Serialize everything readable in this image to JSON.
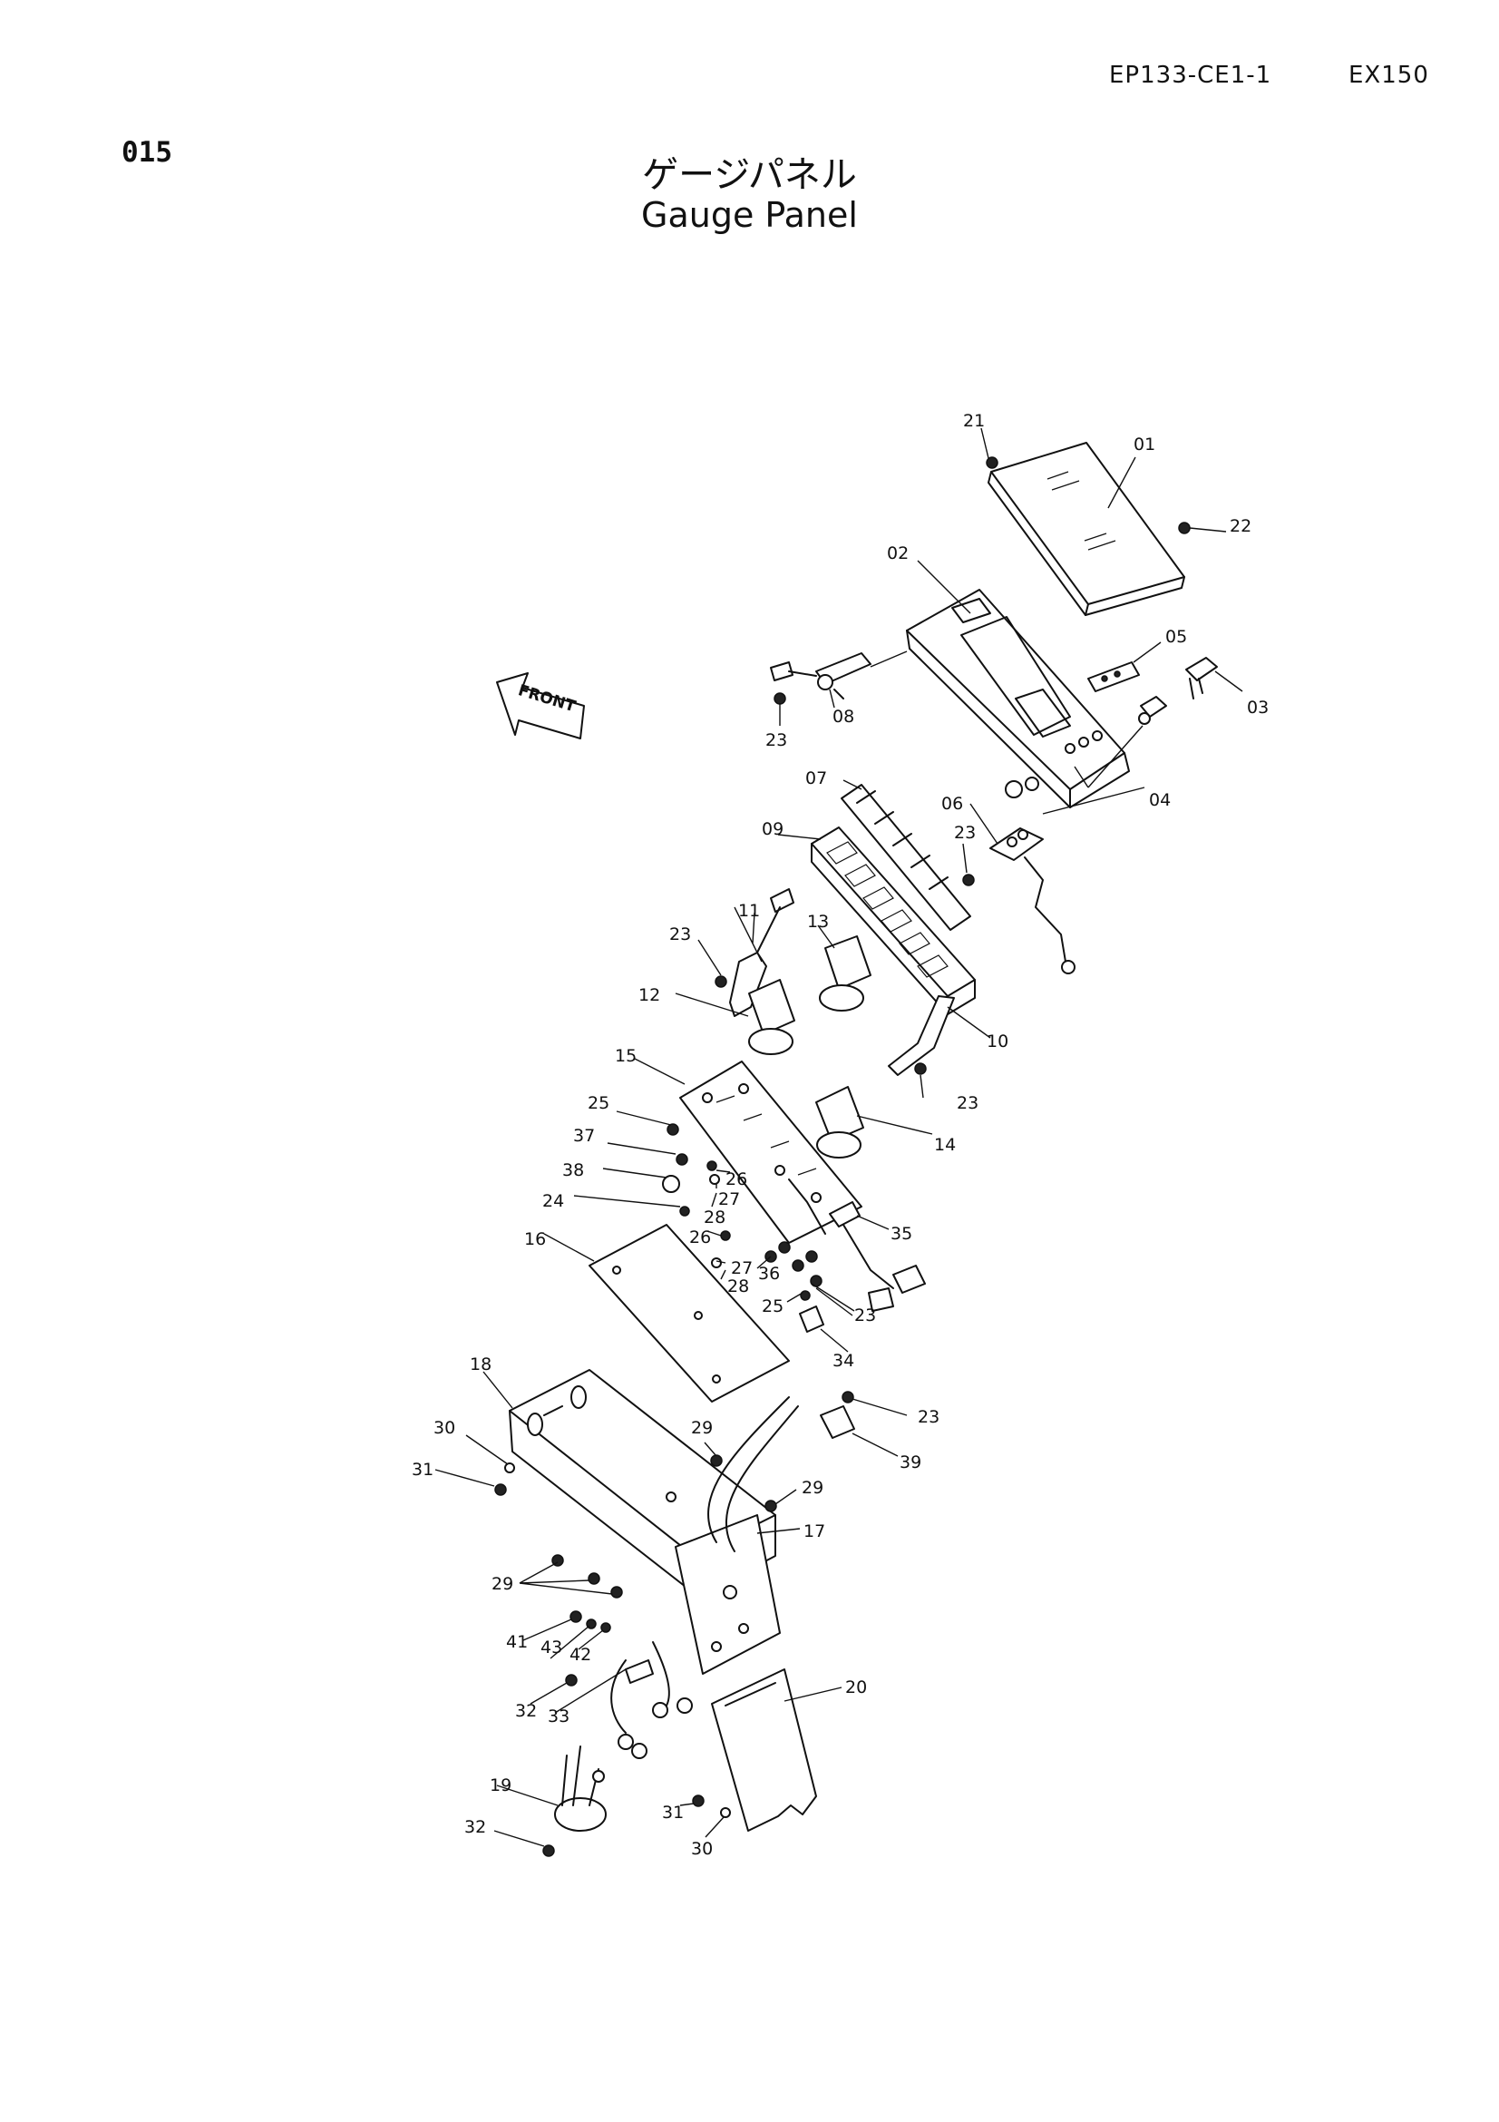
{
  "header": {
    "doc_code": "EP133-CE1-1",
    "model": "EX150",
    "page_number": "015"
  },
  "title": {
    "japanese": "ゲージパネル",
    "english": "Gauge Panel"
  },
  "direction_arrow": "FRONT",
  "callouts": {
    "c21": "21",
    "c01": "01",
    "c22": "22",
    "c02": "02",
    "c05": "05",
    "c03": "03",
    "c08": "08",
    "c23a": "23",
    "c04": "04",
    "c07": "07",
    "c06": "06",
    "c09": "09",
    "c23b": "23",
    "c11": "11",
    "c13": "13",
    "c23c": "23",
    "c12": "12",
    "c10": "10",
    "c15": "15",
    "c23d": "23",
    "c25a": "25",
    "c14": "14",
    "c37": "37",
    "c26a": "26",
    "c38": "38",
    "c27a": "27",
    "c28a": "28",
    "c24": "24",
    "c26b": "26",
    "c35": "35",
    "c16": "16",
    "c27b": "27",
    "c36": "36",
    "c28b": "28",
    "c25b": "25",
    "c23e": "23",
    "c34": "34",
    "c18": "18",
    "c23f": "23",
    "c30a": "30",
    "c29a": "29",
    "c39": "39",
    "c31a": "31",
    "c29b": "29",
    "c17": "17",
    "c29c": "29",
    "c41": "41",
    "c43": "43",
    "c42": "42",
    "c32a": "32",
    "c33": "33",
    "c20": "20",
    "c19": "19",
    "c31b": "31",
    "c32b": "32",
    "c30b": "30"
  }
}
